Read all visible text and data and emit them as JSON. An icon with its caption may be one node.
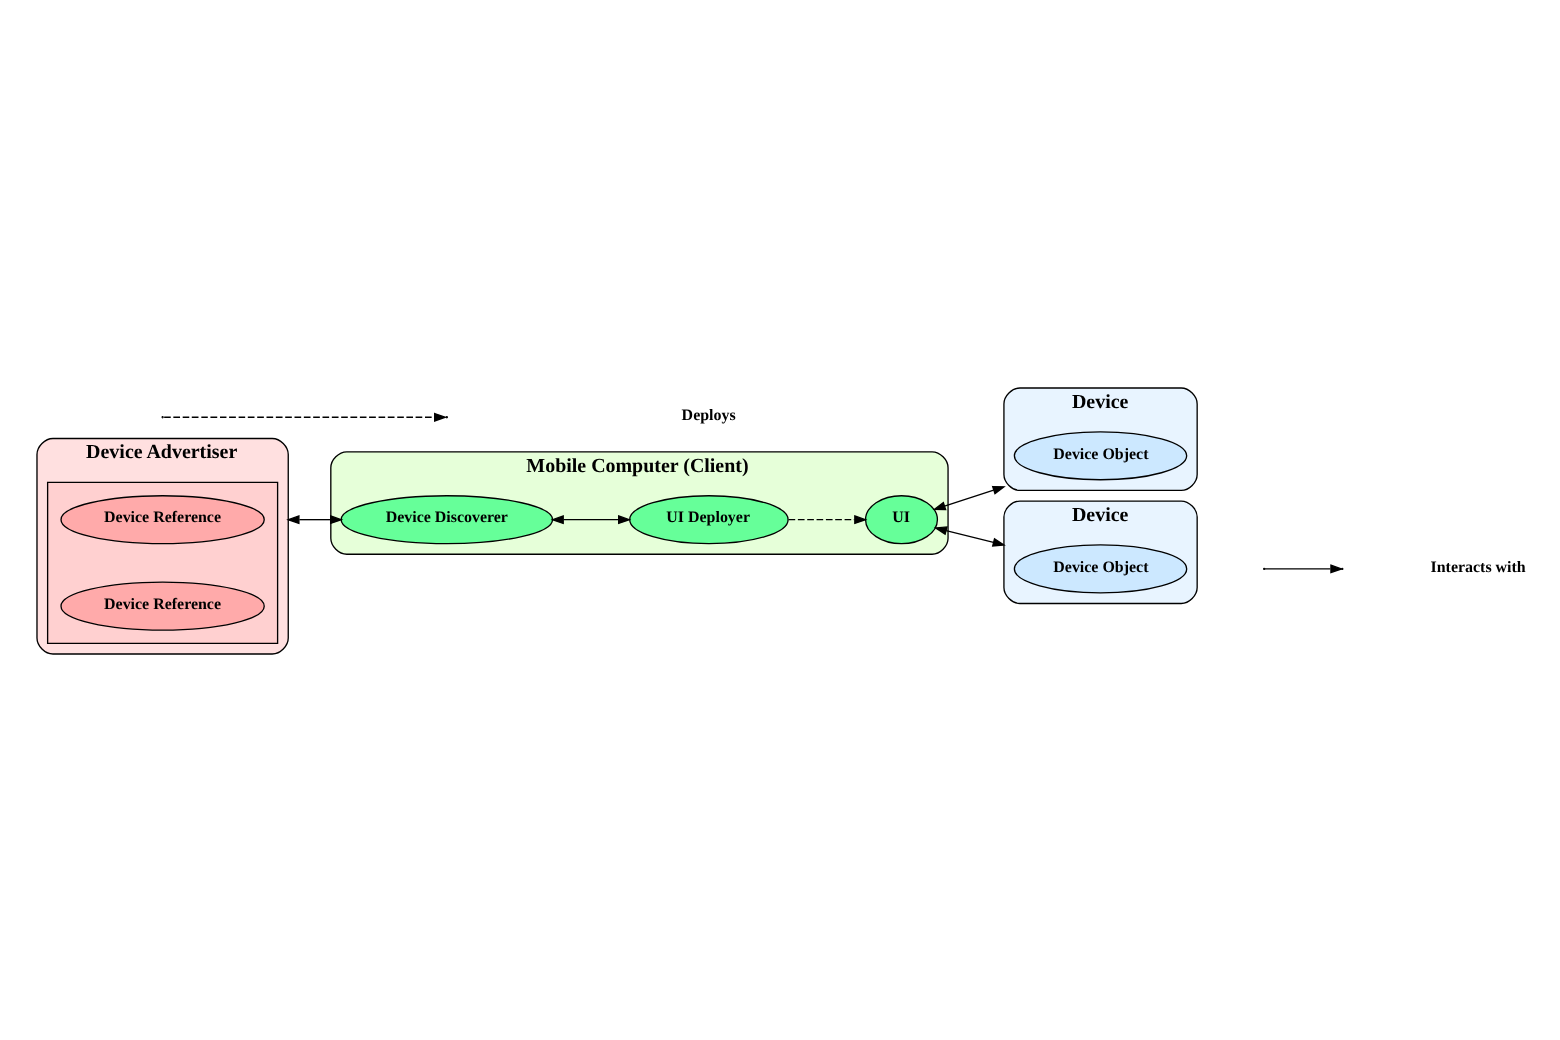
{
  "diagram": {
    "nodes": [
      {
        "text": [
          "Mobile Computer (Client)"
        ]
      },
      {
        "text": [
          "Device Discoverer"
        ],
        "in": 0
      },
      {
        "text": [
          "UI Deployer"
        ],
        "in": 0
      },
      {
        "text": [
          "UI"
        ],
        "in": 0
      },
      {
        "text": [
          "Device Advertiser"
        ]
      },
      {
        "text": [],
        "shape": "box",
        "in": 4
      },
      {
        "text": [
          "Device Reference"
        ],
        "in": 5
      },
      {
        "text": [
          "Device Reference"
        ],
        "in": 5
      },
      {
        "text": [
          "Device"
        ]
      },
      {
        "text": [
          "Device Object"
        ],
        "in": 8
      },
      {
        "text": [
          "Device"
        ]
      },
      {
        "text": [
          "Device Object"
        ],
        "in": 10
      }
    ],
    "edges": [
      {
        "from": 4,
        "to": 1,
        "arrow": "both"
      },
      {
        "from": 1,
        "to": 2,
        "arrow": "both"
      },
      {
        "from": 2,
        "to": 3,
        "arrow": "to",
        "style": "dashed"
      },
      {
        "from": 3,
        "to": 8,
        "arrow": "both"
      },
      {
        "from": 3,
        "to": 10,
        "arrow": "both"
      }
    ],
    "legend": [
      {
        "text": "Interacts with"
      },
      {
        "text": "Deploys"
      }
    ]
  }
}
